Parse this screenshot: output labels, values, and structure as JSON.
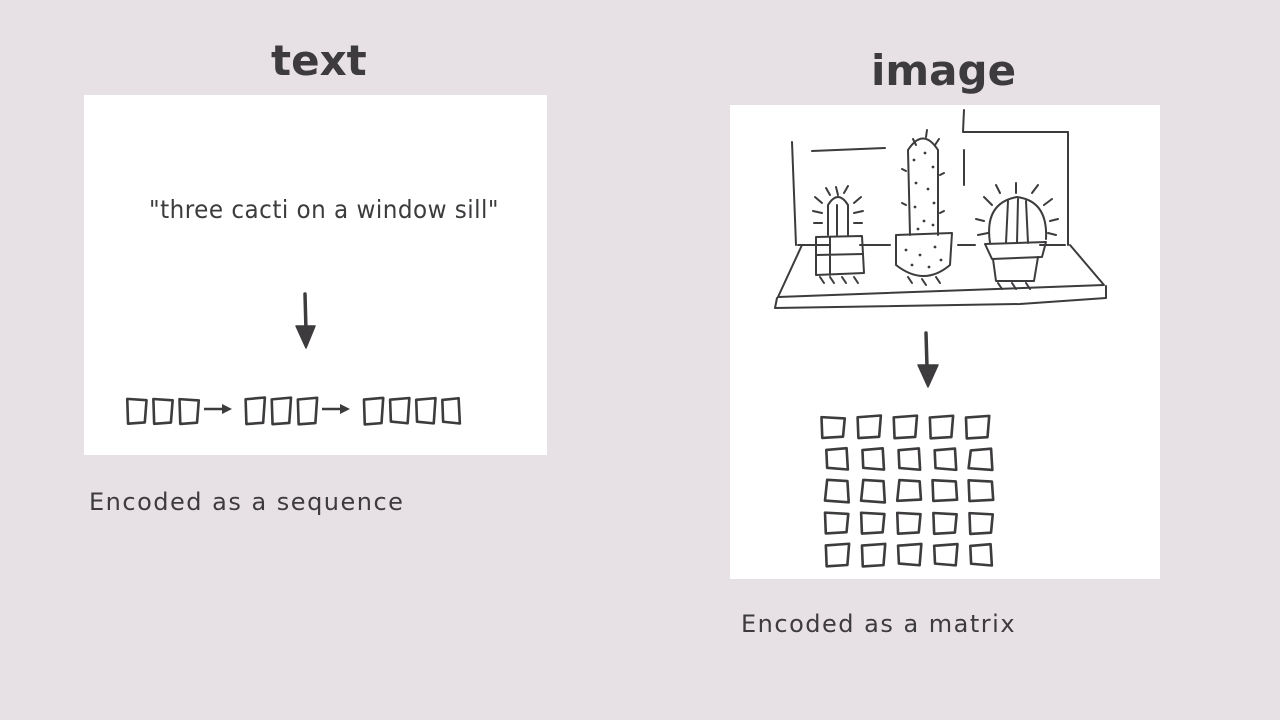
{
  "left": {
    "title": "text",
    "quote": "\"three cacti on a window sill\"",
    "caption": "Encoded as a sequence",
    "token_groups": [
      3,
      3,
      4
    ]
  },
  "right": {
    "title": "image",
    "caption": "Encoded as a matrix",
    "grid": {
      "rows": 5,
      "cols": 5
    }
  },
  "colors": {
    "background": "#e7e1e5",
    "ink": "#3d3b3d",
    "panel": "#ffffff"
  }
}
